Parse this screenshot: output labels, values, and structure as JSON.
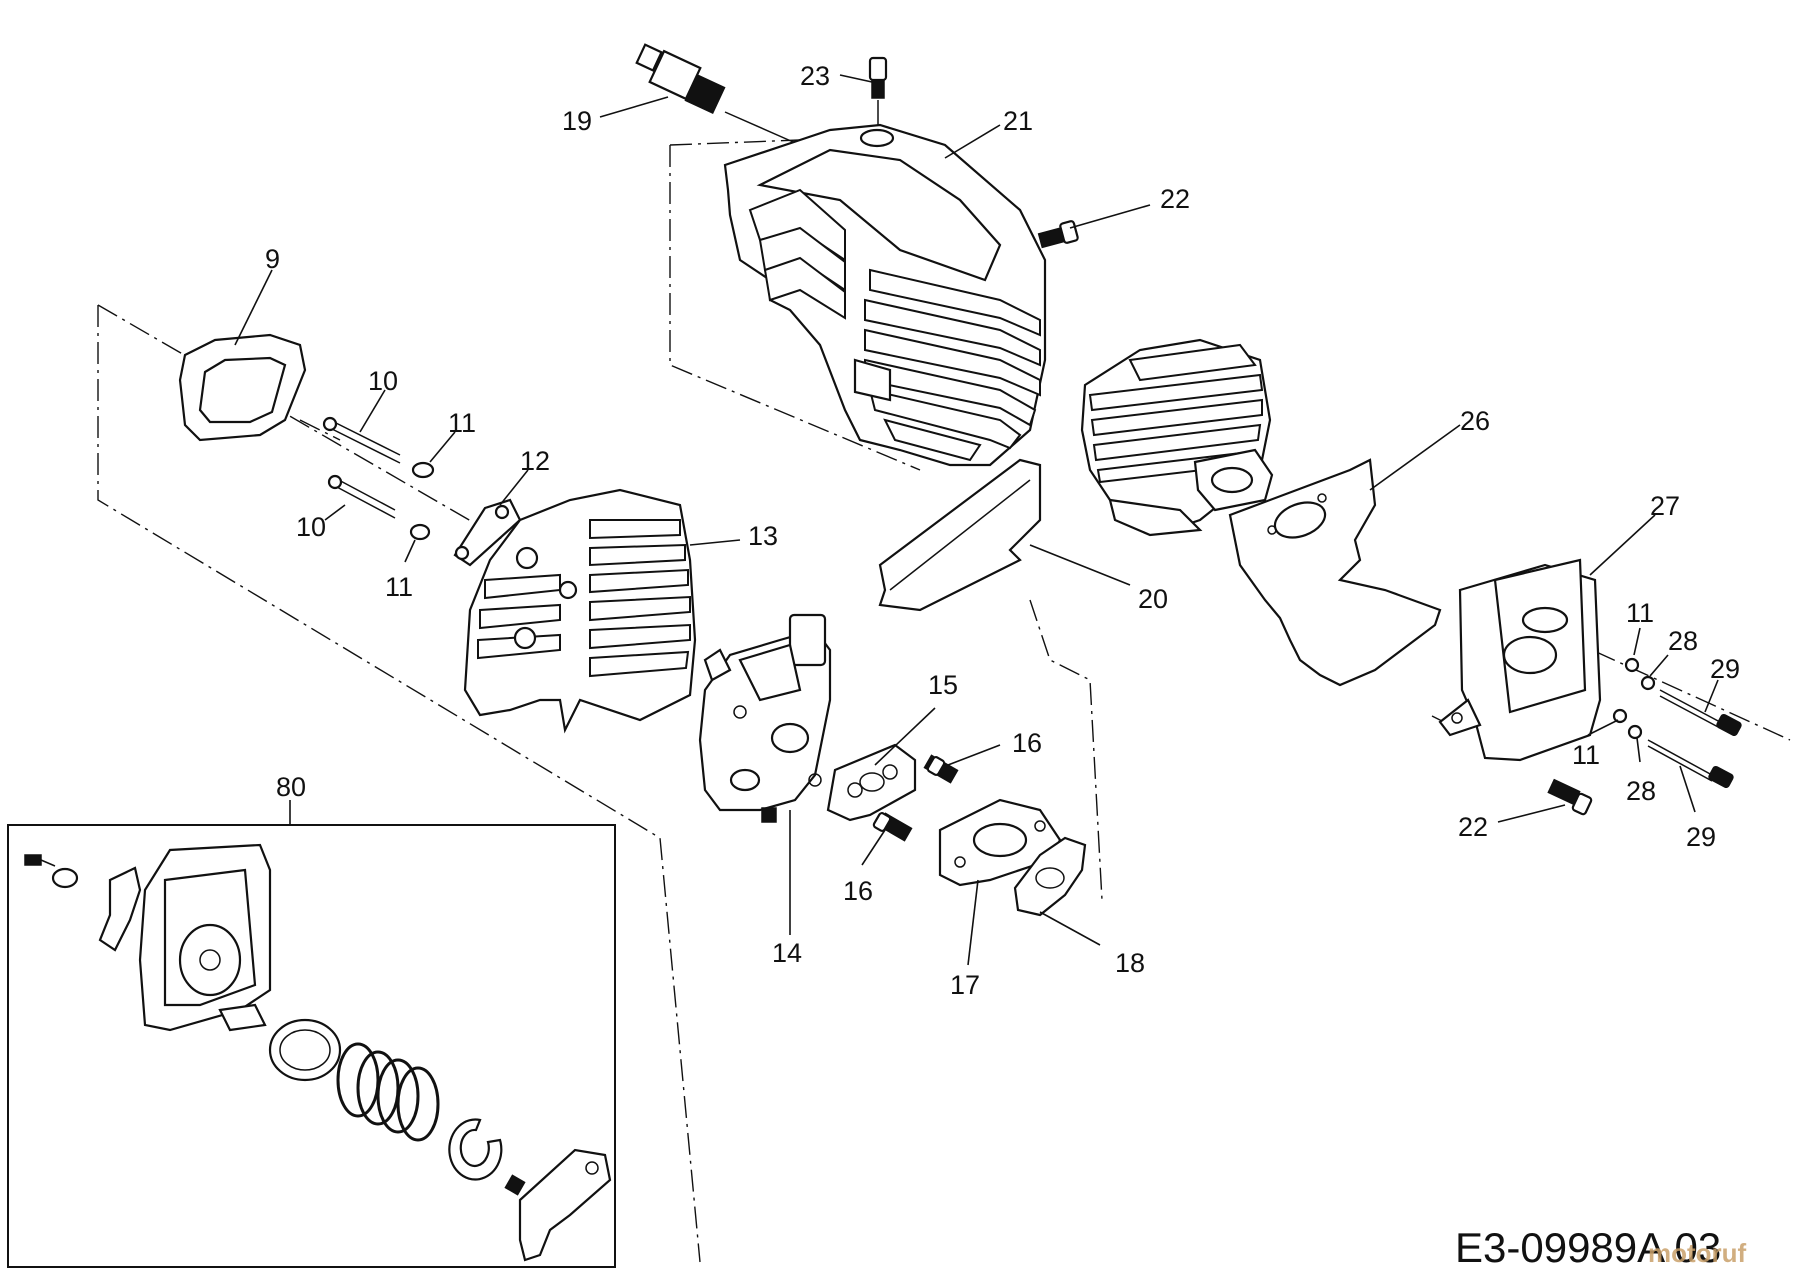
{
  "callouts": {
    "c9": "9",
    "c10a": "10",
    "c10b": "10",
    "c11a": "11",
    "c11b": "11",
    "c11c": "11",
    "c11d": "11",
    "c12": "12",
    "c13": "13",
    "c14": "14",
    "c15": "15",
    "c16a": "16",
    "c16b": "16",
    "c17": "17",
    "c18": "18",
    "c19": "19",
    "c20": "20",
    "c21": "21",
    "c22a": "22",
    "c22b": "22",
    "c23": "23",
    "c26": "26",
    "c27": "27",
    "c28a": "28",
    "c28b": "28",
    "c29a": "29",
    "c29b": "29",
    "c80": "80"
  },
  "drawing_code": "E3-09989A 03",
  "watermark": "motoruf",
  "colors": {
    "line": "#111111",
    "background": "#ffffff",
    "watermark": "#c9a06a"
  }
}
